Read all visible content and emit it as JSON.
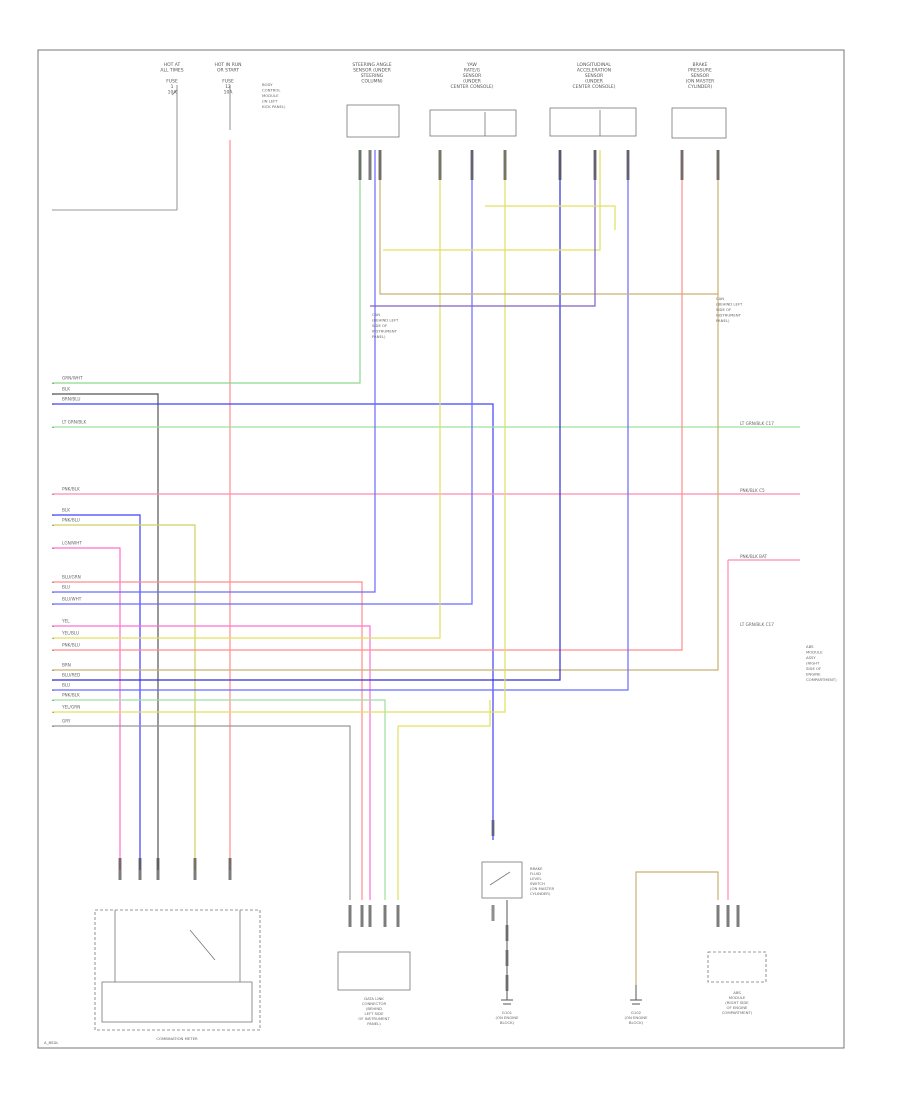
{
  "diagram": {
    "footer_code": "A_BSDL",
    "top_connectors": [
      {
        "id": "hot-at-all-times",
        "lines": [
          "HOT AT",
          "ALL TIMES",
          "",
          "FUSE",
          "1",
          "10A"
        ]
      },
      {
        "id": "hot-in-run",
        "lines": [
          "HOT IN RUN",
          "OR START",
          "",
          "FUSE",
          "12",
          "10A"
        ]
      },
      {
        "id": "steering-angle-sensor",
        "lines": [
          "STEERING ANGLE",
          "SENSOR (UNDER",
          "STEERING",
          "COLUMN)"
        ]
      },
      {
        "id": "yaw-rate-sensor",
        "lines": [
          "YAW",
          "RATE/G",
          "SENSOR",
          "(UNDER",
          "CENTER CONSOLE)"
        ]
      },
      {
        "id": "acceleration-sensor",
        "lines": [
          "LONGITUDINAL",
          "ACCELERATION",
          "SENSOR",
          "(UNDER",
          "CENTER CONSOLE)"
        ]
      },
      {
        "id": "brake-pressure-sensor",
        "lines": [
          "BRAKE",
          "PRESSURE",
          "SENSOR",
          "(ON MASTER",
          "CYLINDER)"
        ]
      }
    ],
    "side_notes": {
      "fuse_note": [
        "BODY",
        "CONTROL",
        "MODULE",
        "(IN LEFT",
        "KICK PANEL)"
      ],
      "splice_note_1": [
        "CAN",
        "(BEHIND LEFT",
        "SIDE OF",
        "INSTRUMENT",
        "PANEL)"
      ],
      "splice_note_2": [
        "CAN",
        "(BEHIND LEFT",
        "SIDE OF",
        "INSTRUMENT",
        "PANEL)"
      ],
      "right_note": [
        "ABS",
        "MODULE",
        "ASSY",
        "(RIGHT",
        "SIDE OF",
        "ENGINE",
        "COMPARTMENT)"
      ]
    },
    "left_wire_labels": [
      "GRN/WHT",
      "BLK",
      "BRN/BLU",
      "LT GRN/BLK",
      "PNK/BLK",
      "BLK",
      "PNK/BLU",
      "LGN/WHT",
      "BLU/GRN",
      "BLU",
      "BLU/WHT",
      "YEL",
      "YEL/BLU",
      "PNK/BLU",
      "BRN",
      "BLU/RED",
      "BLU",
      "PNK/BLK",
      "YEL/GRN",
      "GRY"
    ],
    "right_wire_labels": [
      "LT GRN/BLK  C17",
      "PNK/BLK  C5",
      "PNK/BLK  BAT",
      "LT GRN/BLK  C17"
    ],
    "bottom_components": [
      {
        "id": "combination-meter",
        "lines": [
          "COMBINATION METER"
        ]
      },
      {
        "id": "data-link",
        "lines": [
          "DATA LINK",
          "CONNECTOR",
          "(BEHIND",
          "LEFT SIDE",
          "OF INSTRUMENT",
          "PANEL)"
        ]
      },
      {
        "id": "brake-switch",
        "lines": [
          "BRAKE",
          "FLUID",
          "LEVEL",
          "SWITCH",
          "(ON MASTER",
          "CYLINDER)"
        ]
      },
      {
        "id": "ground-1",
        "lines": [
          "G101",
          "(ON ENGINE",
          "BLOCK)"
        ]
      },
      {
        "id": "ground-2",
        "lines": [
          "G102",
          "(ON ENGINE",
          "BLOCK)"
        ]
      },
      {
        "id": "abs-module",
        "lines": [
          "ABS",
          "MODULE",
          "(RIGHT SIDE",
          "OF ENGINE",
          "COMPARTMENT)"
        ]
      }
    ],
    "colors": {
      "red": "#ff8c8c",
      "blue": "#5a5aff",
      "dark_blue": "#2a2ad0",
      "green": "#8cd68c",
      "yellow": "#e8e060",
      "olive": "#c8b070",
      "pink": "#ff70d0",
      "magenta": "#e060a0",
      "purple": "#9080e0",
      "gray": "#888888",
      "black": "#333333"
    }
  }
}
